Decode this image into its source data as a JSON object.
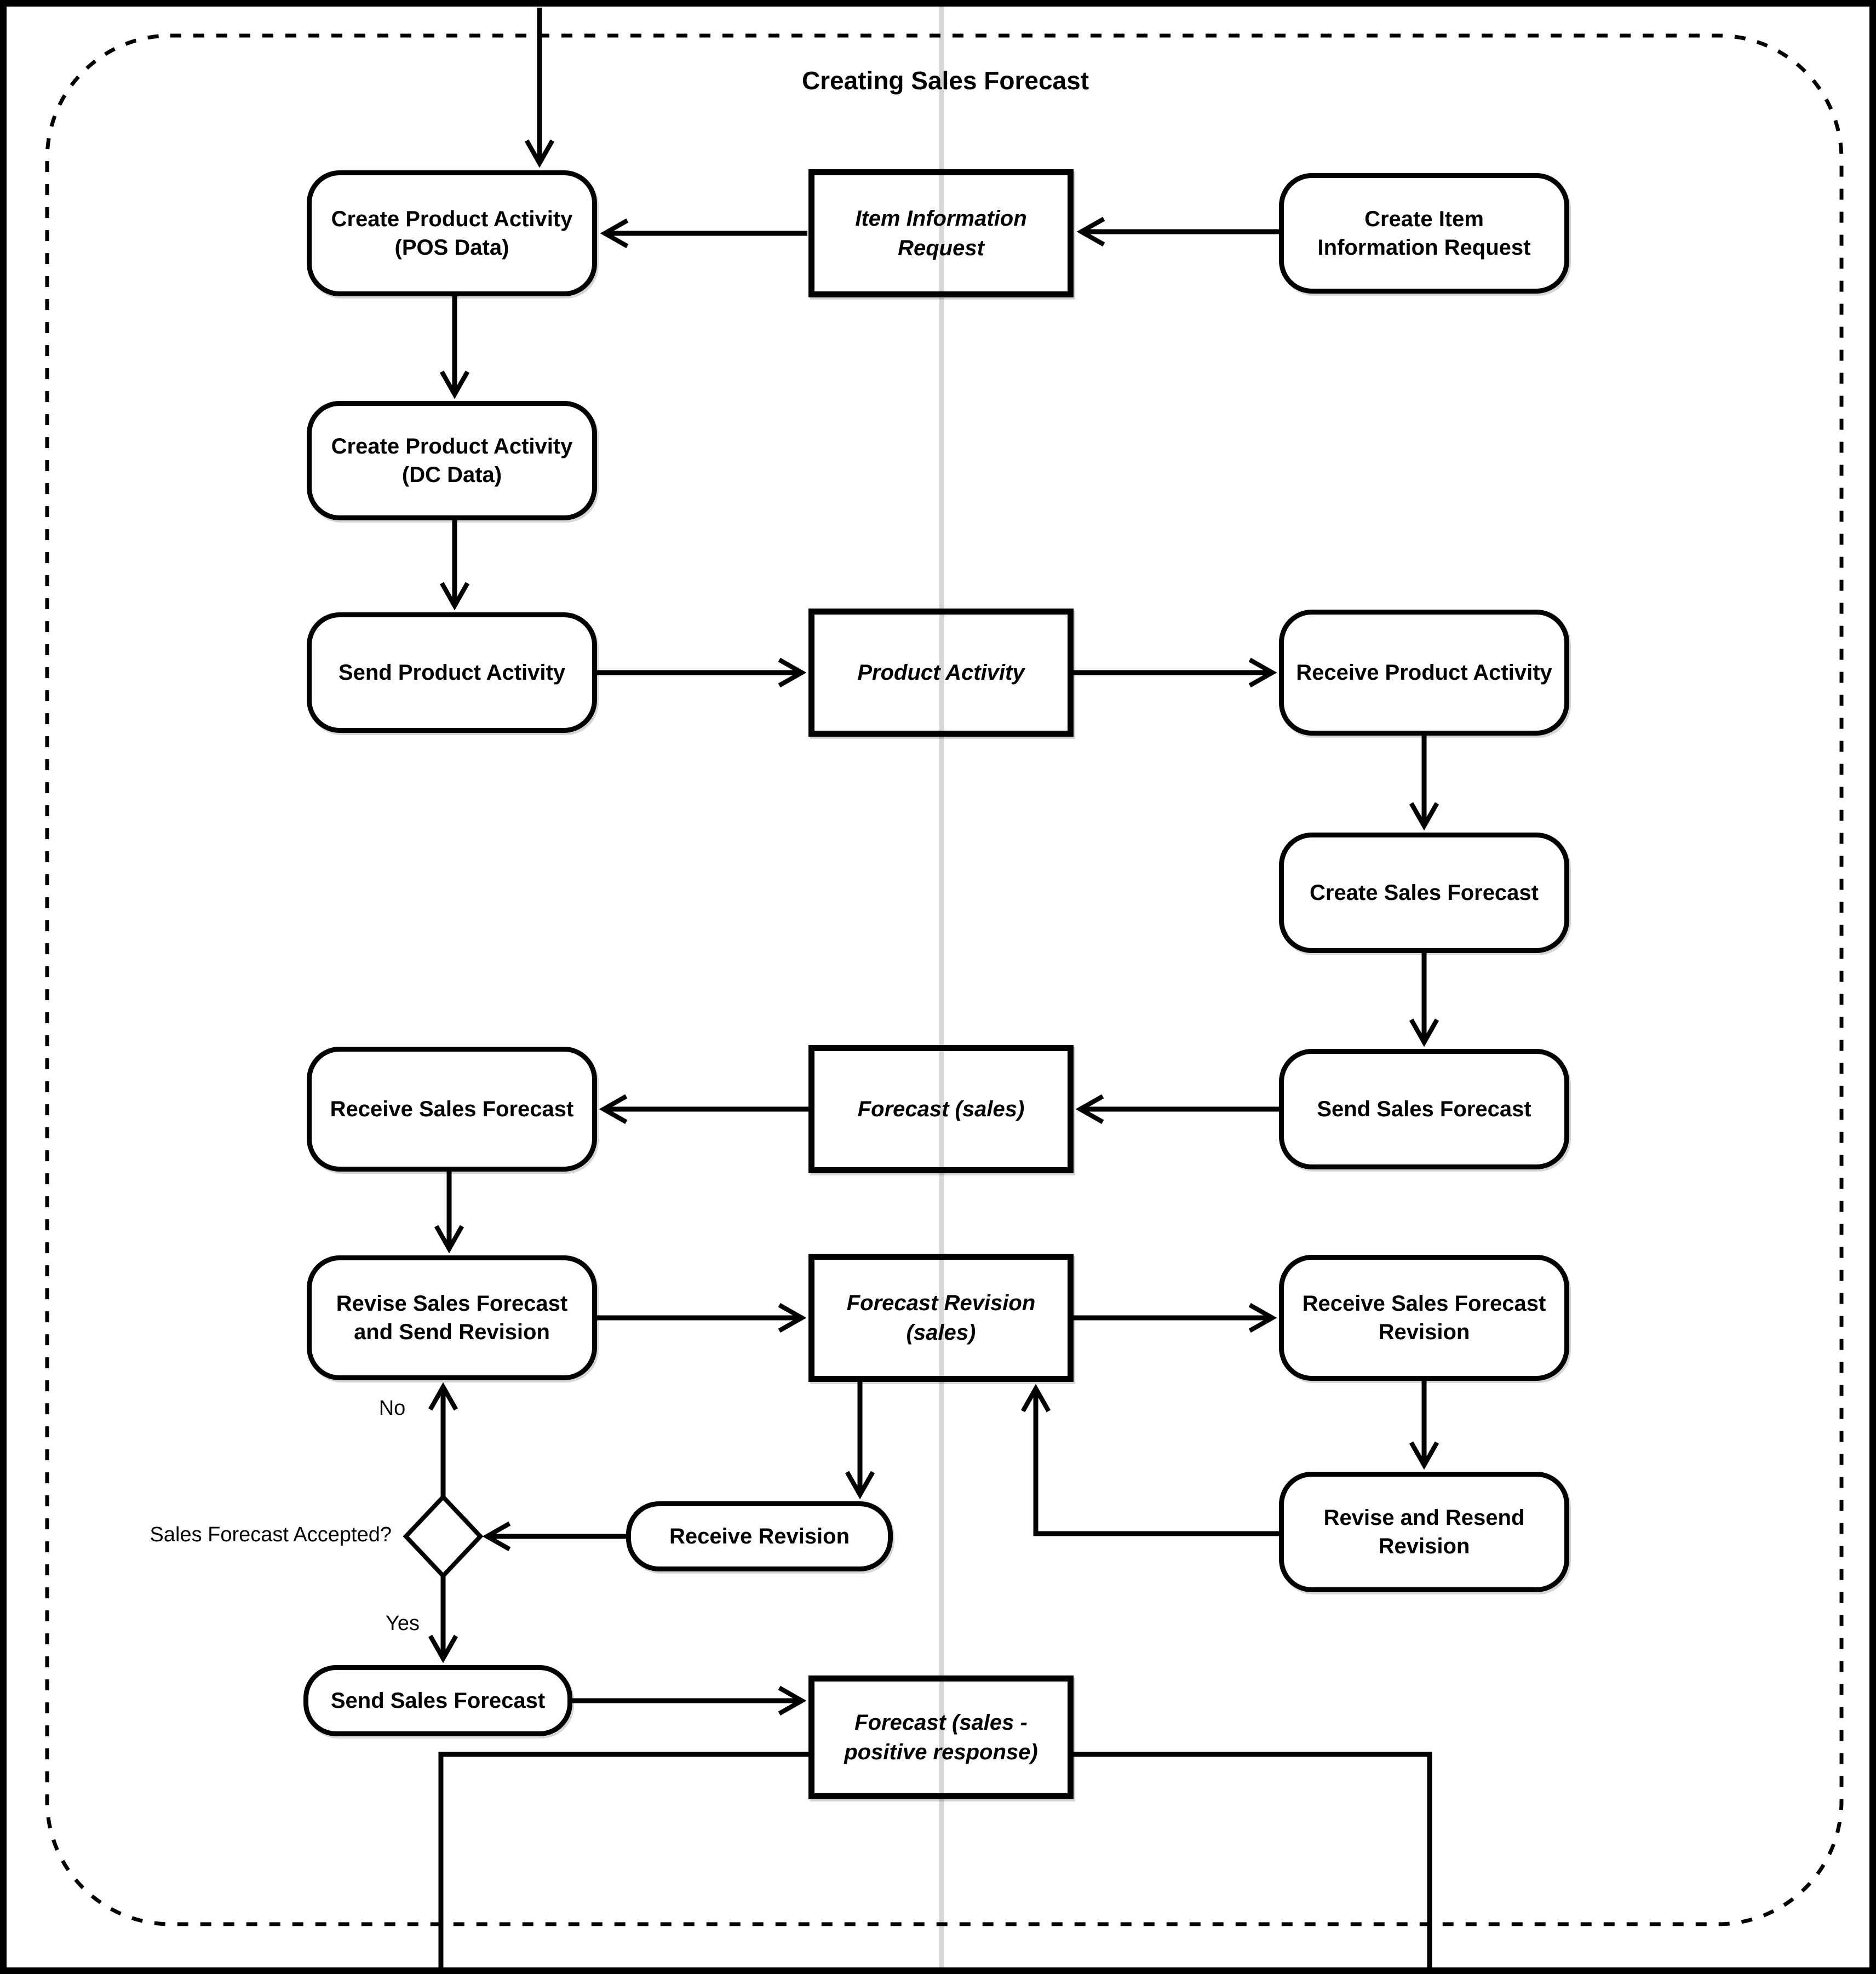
{
  "title": "Creating Sales Forecast",
  "colors": {
    "stroke": "#000000",
    "divider": "#d6d6d6",
    "background": "#ffffff"
  },
  "nodes": {
    "create_product_activity_pos": {
      "label": "Create Product Activity\n(POS Data)",
      "type": "process"
    },
    "create_product_activity_dc": {
      "label": "Create Product Activity\n(DC Data)",
      "type": "process"
    },
    "send_product_activity": {
      "label": "Send Product Activity",
      "type": "process"
    },
    "item_information_request": {
      "label": "Item Information\nRequest",
      "type": "message"
    },
    "create_item_information_request": {
      "label": "Create Item\nInformation Request",
      "type": "process"
    },
    "product_activity": {
      "label": "Product Activity",
      "type": "message"
    },
    "receive_product_activity": {
      "label": "Receive Product Activity",
      "type": "process"
    },
    "create_sales_forecast": {
      "label": "Create Sales Forecast",
      "type": "process"
    },
    "send_sales_forecast": {
      "label": "Send Sales Forecast",
      "type": "process"
    },
    "forecast_sales": {
      "label": "Forecast (sales)",
      "type": "message"
    },
    "receive_sales_forecast": {
      "label": "Receive Sales Forecast",
      "type": "process"
    },
    "revise_sales_forecast_and_send_revision": {
      "label": "Revise Sales Forecast\nand Send Revision",
      "type": "process"
    },
    "forecast_revision_sales": {
      "label": "Forecast Revision\n(sales)",
      "type": "message"
    },
    "receive_sales_forecast_revision": {
      "label": "Receive Sales Forecast\nRevision",
      "type": "process"
    },
    "revise_and_resend_revision": {
      "label": "Revise and Resend\nRevision",
      "type": "process"
    },
    "receive_revision": {
      "label": "Receive Revision",
      "type": "process"
    },
    "decision": {
      "label": "Sales Forecast Accepted?",
      "type": "decision"
    },
    "send_sales_forecast_final": {
      "label": "Send Sales Forecast",
      "type": "process"
    },
    "forecast_sales_positive_response": {
      "label": "Forecast (sales -\npositive response)",
      "type": "message"
    }
  },
  "edge_labels": {
    "no": "No",
    "yes": "Yes"
  }
}
